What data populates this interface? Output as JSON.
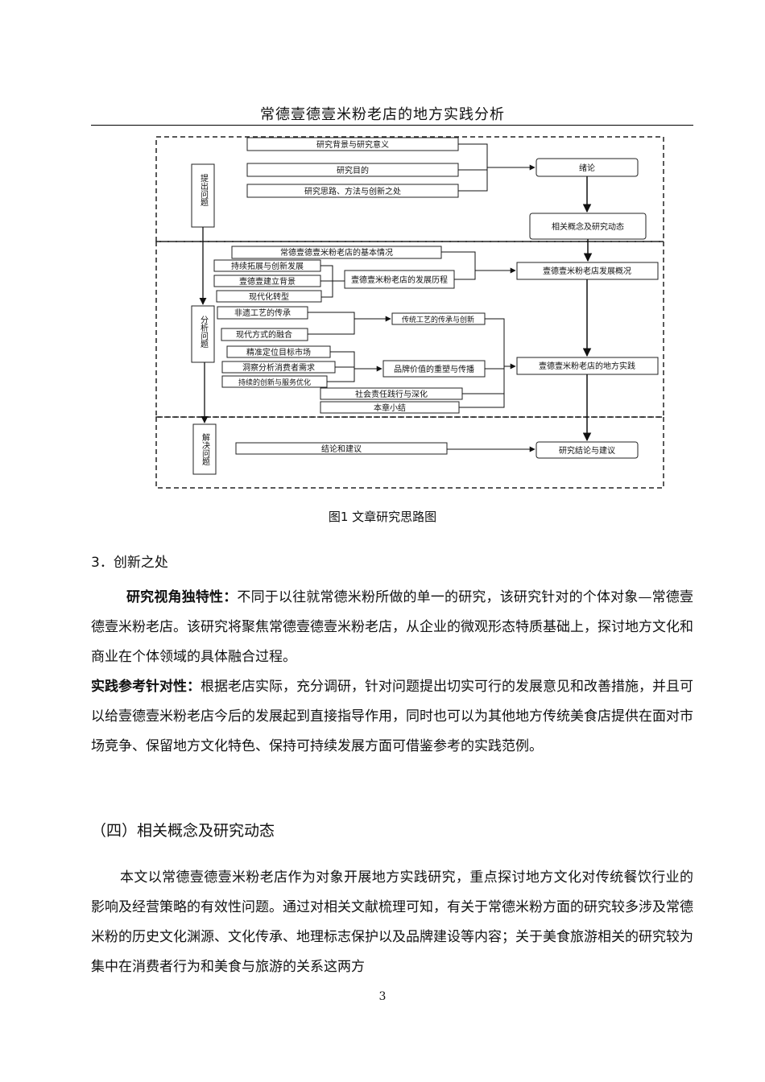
{
  "header": {
    "title": "常德壹德壹米粉老店的地方实践分析"
  },
  "figure": {
    "caption": "图1  文章研究思路图",
    "sides": {
      "propose": "提出问题",
      "analyze": "分析问题",
      "solve": "解决问题"
    },
    "boxes": {
      "bg": "研究背景与研究意义",
      "goal": "研究目的",
      "method": "研究思路、方法与创新之处",
      "intro": "绪论",
      "related": "相关概念及研究动态",
      "basic": "常德壹德壹米粉老店的基本情况",
      "expand": "持续拓展与创新发展",
      "founding": "壹德壹建立背景",
      "modern": "现代化转型",
      "history": "壹德壹米粉老店的发展历程",
      "overview": "壹德壹米粉老店发展概况",
      "heritage": "非遗工艺的传承",
      "modern_way": "现代方式的融合",
      "craft": "传统工艺的传承与创新",
      "market": "精准定位目标市场",
      "consumer": "洞察分析消费者需求",
      "service": "持续的创新与服务优化",
      "brand": "品牌价值的重塑与传播",
      "practice": "壹德壹米粉老店的地方实践",
      "csr": "社会责任践行与深化",
      "summary": "本章小结",
      "conclusion": "结论和建议",
      "result": "研究结论与建议"
    }
  },
  "section3": {
    "title": "3．创新之处",
    "p1_label": "研究视角独特性：",
    "p1_text": "不同于以往就常德米粉所做的单一的研究，该研究针对的个体对象—常德壹德壹米粉老店。该研究将聚焦常德壹德壹米粉老店，从企业的微观形态特质基础上，探讨地方文化和商业在个体领域的具体融合过程。",
    "p2_label": "实践参考针对性：",
    "p2_text": "根据老店实际，充分调研，针对问题提出切实可行的发展意见和改善措施，并且可以给壹德壹米粉老店今后的发展起到直接指导作用，同时也可以为其他地方传统美食店提供在面对市场竞争、保留地方文化特色、保持可持续发展方面可借鉴参考的实践范例。"
  },
  "section4": {
    "title": "（四）相关概念及研究动态",
    "p3": "本文以常德壹德壹米粉老店作为对象开展地方实践研究，重点探讨地方文化对传统餐饮行业的影响及经营策略的有效性问题。通过对相关文献梳理可知，有关于常德米粉方面的研究较多涉及常德米粉的历史文化渊源、文化传承、地理标志保护以及品牌建设等内容；关于美食旅游相关的研究较为集中在消费者行为和美食与旅游的关系这两方"
  },
  "page_number": "3"
}
